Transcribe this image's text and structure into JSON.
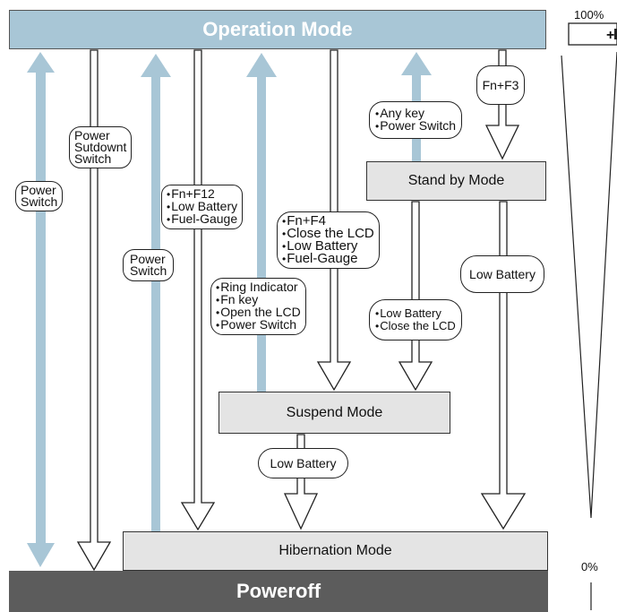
{
  "modes": {
    "operation": "Operation Mode",
    "standby": "Stand by Mode",
    "suspend": "Suspend Mode",
    "hibernation": "Hibernation Mode",
    "poweroff": "Poweroff"
  },
  "labels": {
    "power_switch_1": [
      "Power",
      "Switch"
    ],
    "power_shutdown": [
      "Power",
      "Sutdownt",
      "Switch"
    ],
    "power_switch_2": [
      "Power",
      "Switch"
    ],
    "fn_f12_items": [
      "Fn+F12",
      "Low Battery",
      "Fuel-Gauge"
    ],
    "ring_items": [
      "Ring Indicator",
      "Fn key",
      "Open the LCD",
      "Power Switch"
    ],
    "fn_f4_items": [
      "Fn+F4",
      "Close the LCD",
      "Low Battery",
      "Fuel-Gauge"
    ],
    "any_key_items": [
      "Any key",
      "Power Switch"
    ],
    "fn_f3": "Fn+F3",
    "standby_low_battery_items": [
      "Low Battery",
      "Close the LCD"
    ],
    "low_battery_right": "Low Battery",
    "suspend_low_battery": "Low Battery"
  },
  "battery": {
    "top_label": "100%",
    "bottom_label": "0%"
  },
  "colors": {
    "blue_arrow": "#a8c6d6",
    "operation_fill": "#a8c6d6",
    "mode_fill": "#e4e4e4",
    "poweroff_fill": "#5c5c5c"
  }
}
